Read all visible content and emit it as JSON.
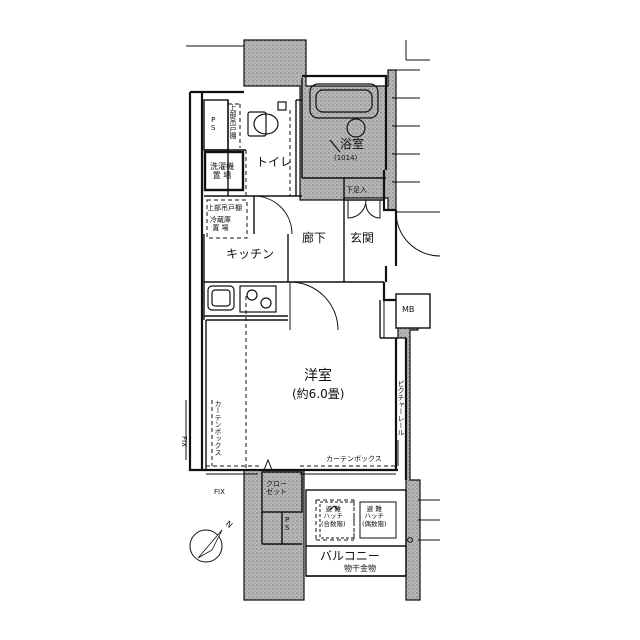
{
  "rooms": {
    "western_room": "洋室",
    "western_room_size": "(約6.0畳)",
    "kitchen": "キッチン",
    "hallway": "廊下",
    "entrance": "玄関",
    "bathroom": "浴室",
    "bathroom_size": "(1014)",
    "toilet": "トイレ",
    "balcony": "バルコニー",
    "balcony_drying": "物干金物",
    "closet": "クロー\nゼット"
  },
  "fixtures": {
    "ps_top": "P\nS",
    "ps_bottom": "P\nS",
    "upper_cabinet_toilet": "上部吊戸棚",
    "washer": "洗濯機\n置 場",
    "upper_cabinet_kitchen": "上部吊戸棚",
    "fridge": "冷蔵庫\n置 場",
    "shoe_cabinet": "下足入",
    "mb": "MB",
    "picture_rail": "ピクチャーレール",
    "curtain_box_h": "カーテンボックス",
    "curtain_box_v": "カーテンボックス",
    "fix_left": "FIX",
    "fix_bottom": "FIX",
    "hatch_1": "避 難\nハッチ\n(合数階)",
    "hatch_2": "避 難\nハッチ\n(偶数階)"
  },
  "compass": {
    "north_label": "N"
  },
  "colors": {
    "wall": "#9a9a9a",
    "line": "#111111",
    "hatch": "#8c8c8c"
  }
}
